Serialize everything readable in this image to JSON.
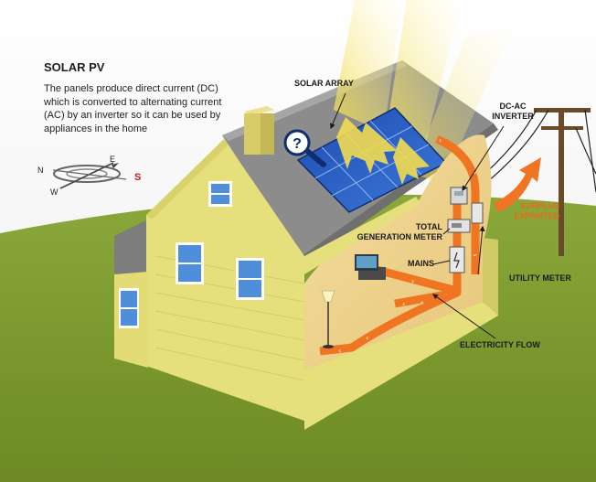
{
  "heading": "SOLAR PV",
  "description": "The panels produce direct current (DC) which is converted to alternating current (AC) by an inverter so it can be used by appliances in the home",
  "compass": {
    "n": "N",
    "e": "E",
    "s": "S",
    "w": "W"
  },
  "labels": {
    "solar_array": "SOLAR ARRAY",
    "inverter_line1": "DC-AC",
    "inverter_line2": "INVERTER",
    "surplus_line1": "SURPLUS",
    "surplus_line2": "EXPORTED",
    "total_line1": "TOTAL",
    "total_line2": "GENERATION METER",
    "mains": "MAINS",
    "utility_meter": "UTILITY METER",
    "electricity_flow": "ELECTRICITY FLOW"
  },
  "colors": {
    "sky": "#f4f4f4",
    "grass": "#7d9b2c",
    "wall": "#e6e07c",
    "roof": "#8a8a8a",
    "flow": "#f07522",
    "panel": "#2756b5",
    "accent_text": "#e8691b",
    "compass_s": "#cc1a1a"
  },
  "icons": [
    "magnifier-icon",
    "compass-icon",
    "sun-rays",
    "utility-pole"
  ]
}
